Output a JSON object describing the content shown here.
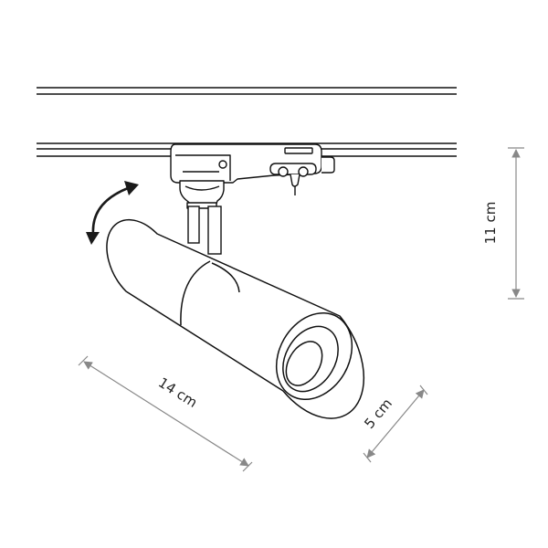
{
  "colors": {
    "line": "#111111",
    "dimension": "#888888",
    "arrow": "#1a1a1a",
    "background": "#ffffff"
  },
  "dimensions": {
    "height": {
      "label": "11 cm",
      "icon": "double-arrow-vertical"
    },
    "length": {
      "label": "14 cm",
      "icon": "double-arrow-diagonal"
    },
    "diameter": {
      "label": "5 cm",
      "icon": "double-arrow-diagonal"
    }
  },
  "rotation": {
    "icon": "curved-double-arrow"
  }
}
